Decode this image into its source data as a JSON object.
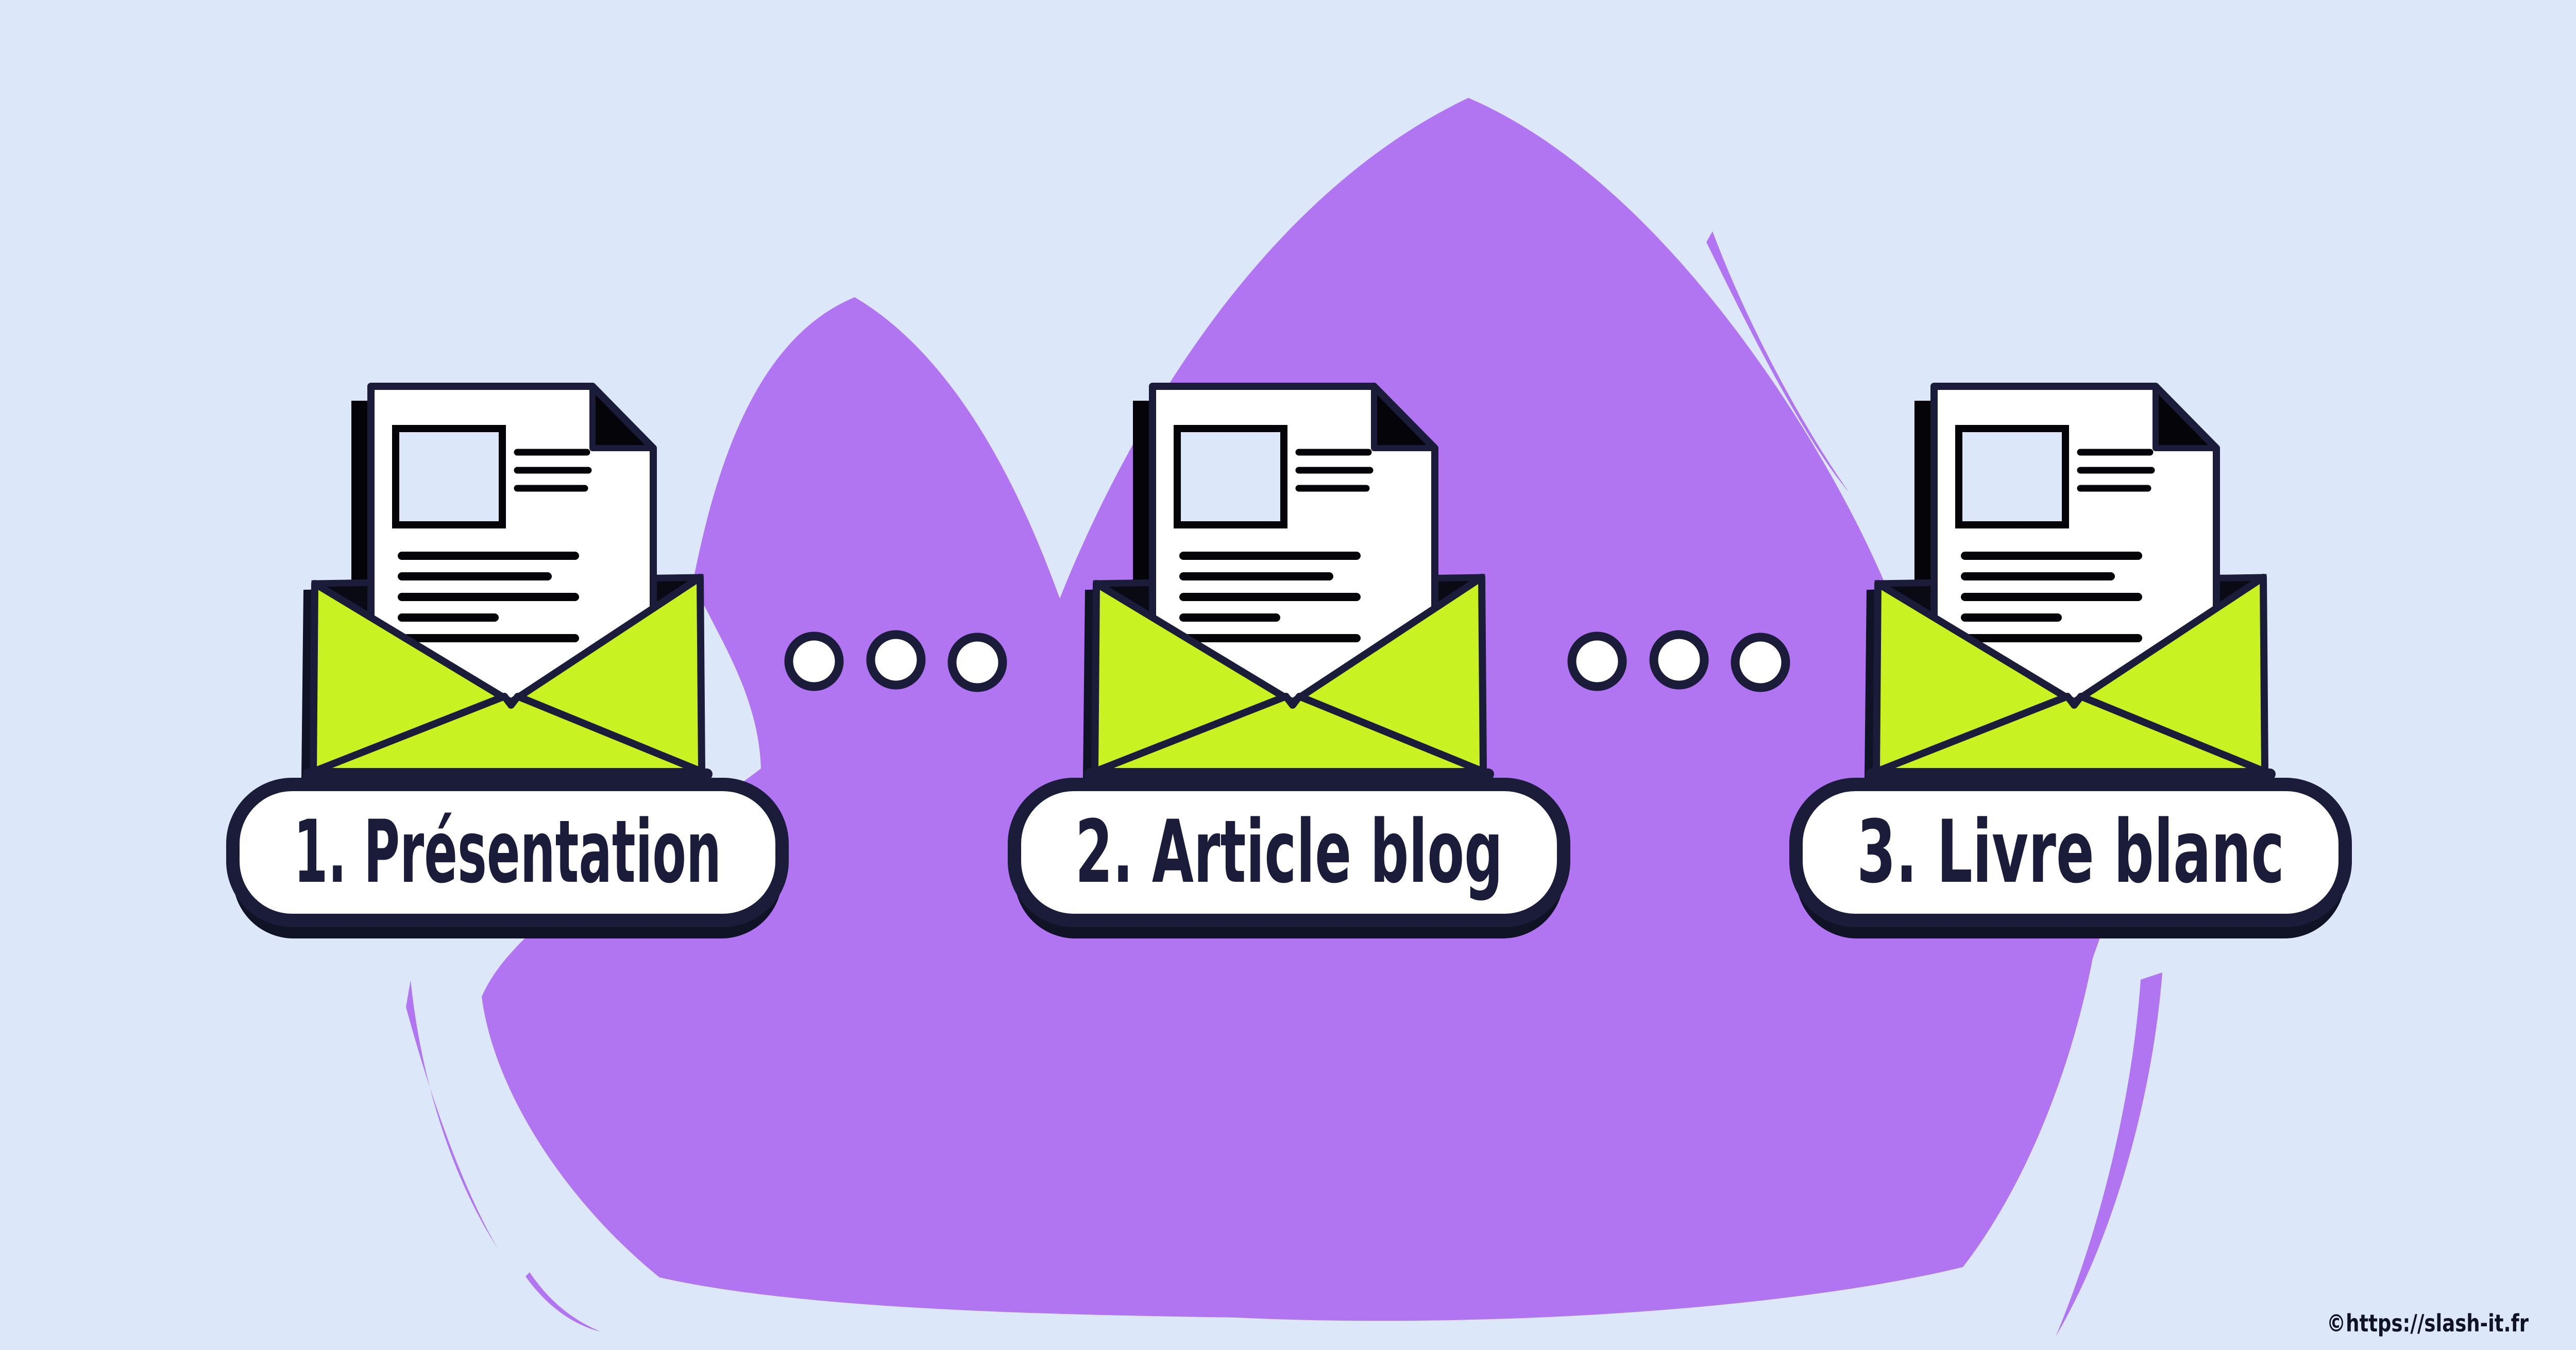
{
  "scene": {
    "background_color": "#dde7fa",
    "blob_color": "#b175f2",
    "envelope_color": "#c8f222",
    "outline_color": "#1a1c39",
    "ink_color": "#050509",
    "card_color": "#ffffff"
  },
  "steps": [
    {
      "label": "1. Présentation"
    },
    {
      "label": "2. Article blog"
    },
    {
      "label": "3. Livre blanc"
    }
  ],
  "separators": {
    "groups": 2,
    "dots_per_group": 3
  },
  "watermark": {
    "text": "©https://slash-it.fr"
  }
}
